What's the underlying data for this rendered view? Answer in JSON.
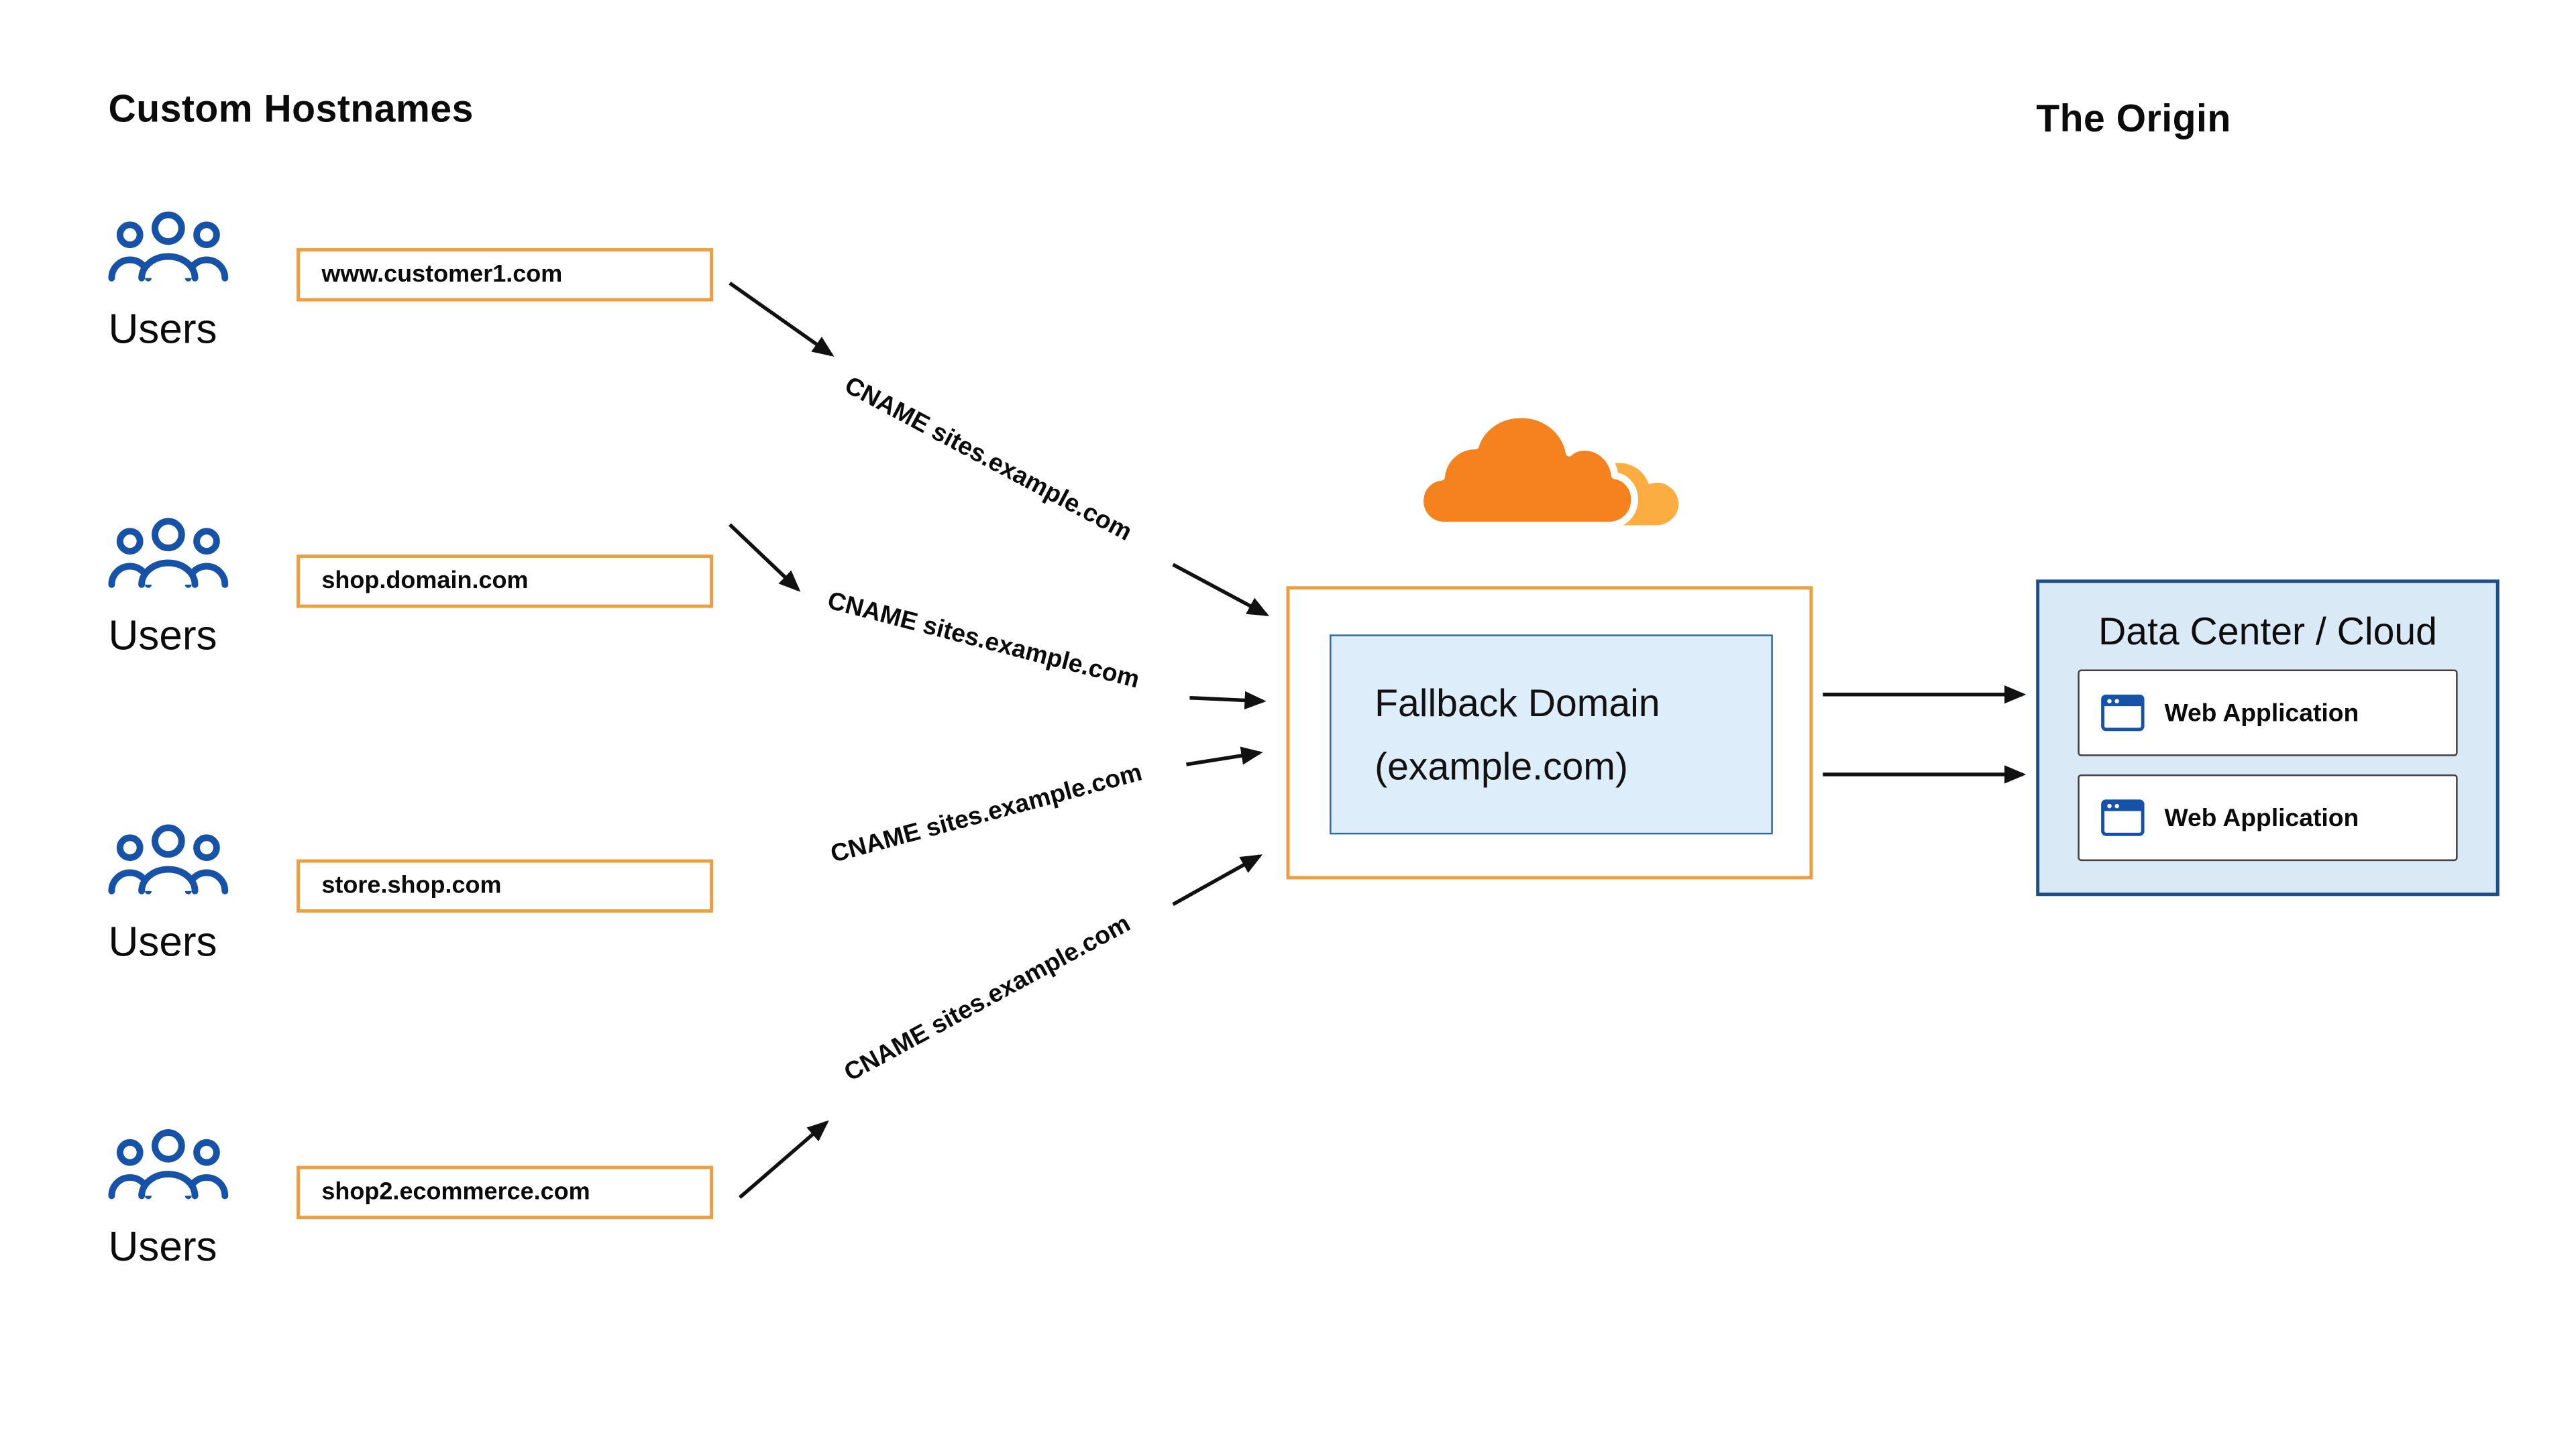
{
  "headings": {
    "custom_hostnames": "Custom Hostnames",
    "origin": "The Origin"
  },
  "users_label": "Users",
  "rows": [
    {
      "hostname": "www.customer1.com",
      "cname_label": "CNAME sites.example.com"
    },
    {
      "hostname": "shop.domain.com",
      "cname_label": "CNAME sites.example.com"
    },
    {
      "hostname": "store.shop.com",
      "cname_label": "CNAME sites.example.com"
    },
    {
      "hostname": "shop2.ecommerce.com",
      "cname_label": "CNAME sites.example.com"
    }
  ],
  "fallback_domain": {
    "line1": "Fallback Domain",
    "line2": "(example.com)"
  },
  "origin_box": {
    "title": "Data Center / Cloud",
    "applications": [
      {
        "label": "Web Application"
      },
      {
        "label": "Web Application"
      }
    ]
  },
  "colors": {
    "blue": "#1652A8",
    "navy": "#1C4E89",
    "orange": "#EE9D3F",
    "cf_orange": "#F6821F",
    "cf_gold": "#FBAD41",
    "blue_fill": "#D9E9F6",
    "inner_fill": "#DDEDF9",
    "inner_border": "#34689E",
    "ink": "#111111"
  }
}
